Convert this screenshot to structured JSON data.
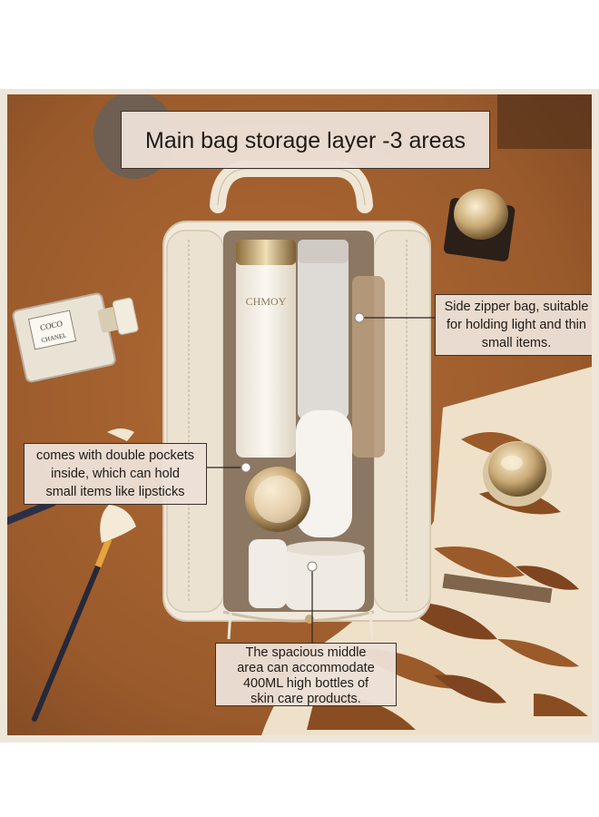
{
  "photo": {
    "title": "Main bag storage layer -3 areas",
    "annotations": {
      "side_zipper": "Side zipper bag, suitable\nfor holding light and thin\nsmall items.",
      "double_pockets": "comes with double pockets\ninside, which can hold\nsmall items like lipsticks",
      "middle_area": "The spacious middle\narea can accommodate\n400ML high bottles of\nskin care products."
    },
    "props": {
      "perfume_label": "COCO",
      "perfume_label_2": "CHANEL",
      "bottle_brand": "CHMOY"
    }
  },
  "colors": {
    "tablecloth": "#a2602e",
    "bag": "#f1e9dc",
    "label_bg": "#ece0d6",
    "label_border": "#3a3029"
  }
}
